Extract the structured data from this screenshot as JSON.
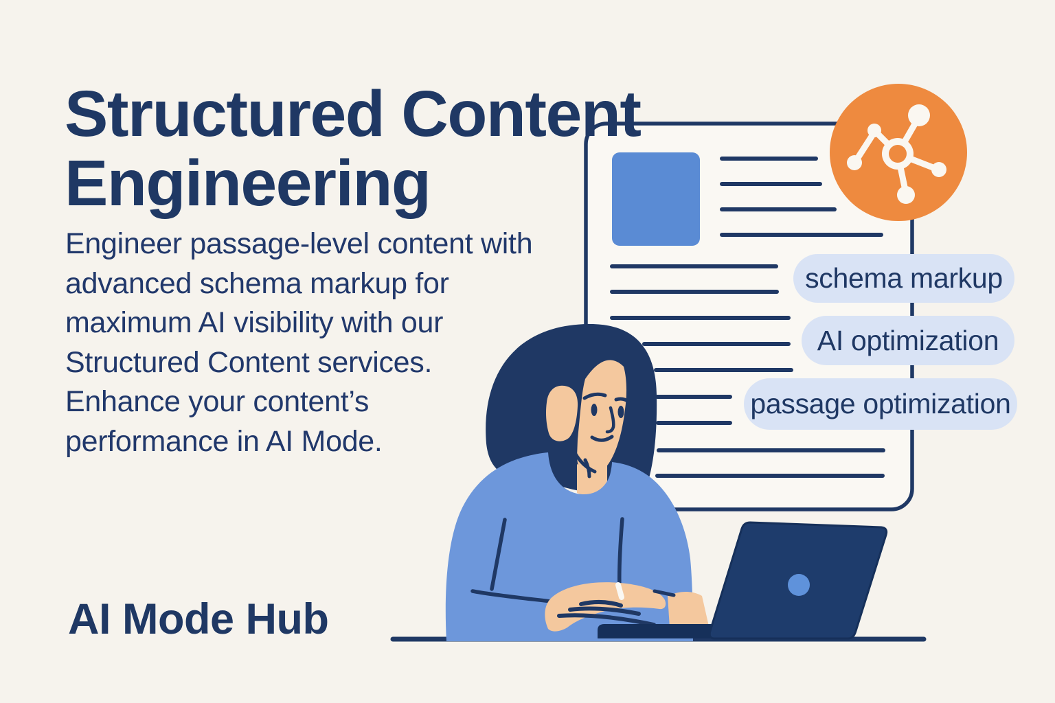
{
  "poster": {
    "title": {
      "line1": "Structured Content",
      "line2": "Engineering"
    },
    "description": {
      "lines": [
        "Engineer passage-level content with",
        "advanced schema markup for",
        "maximum AI visibility with our",
        "Structured Content services.",
        "Enhance your content’s",
        "performance in AI Mode."
      ]
    },
    "brand": {
      "name": "AI Mode Hub"
    },
    "tags": {
      "items": [
        "schema markup",
        "AI optimization",
        "passage optimization"
      ]
    },
    "illustration": {
      "elements": [
        "document-card with image placeholder and text lines",
        "network-hub-icon in orange circle badge",
        "woman typing on laptop at desk"
      ],
      "icon_names": [
        "network-hub-icon",
        "laptop-logo-dot"
      ],
      "colors": {
        "background": "#F6F3ED",
        "navy": "#1F3864",
        "card_background": "#FAF8F3",
        "image_placeholder_blue": "#5A8BD4",
        "badge_orange": "#EE8A3F",
        "pill_background": "#D9E3F5",
        "sweater_blue": "#6D97DB",
        "skin": "#F4C89E",
        "laptop_navy": "#1E3C6C",
        "laptop_deck_navy": "#16305A",
        "laptop_logo_blue": "#5F92DB",
        "icon_white": "#FAF7F1"
      }
    }
  }
}
